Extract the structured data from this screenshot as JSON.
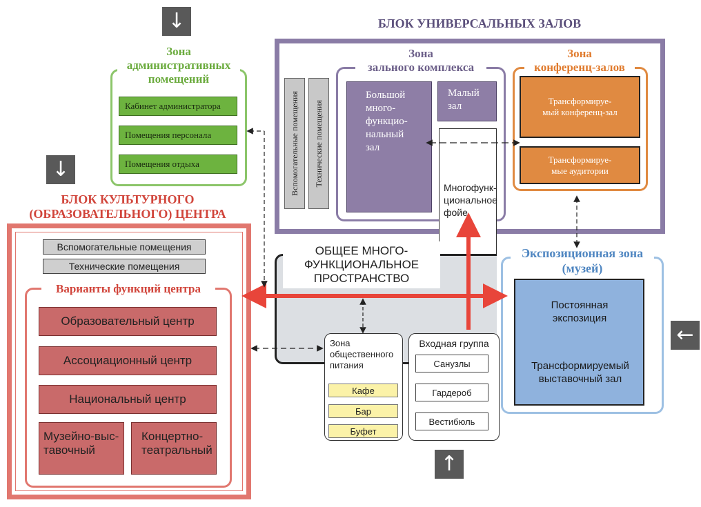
{
  "icons": {
    "top_left": "arrow-down-icon",
    "left": "arrow-down-icon",
    "right": "arrow-left-icon",
    "bottom": "arrow-up-icon"
  },
  "universal_block": {
    "title": "БЛОК УНИВЕРСАЛЬНЫХ ЗАЛОВ",
    "side_items": [
      "Вспомогательные помещения",
      "Технические помещения"
    ],
    "hall_zone_title": "Зона\nзального комплекса",
    "big_hall": "Большой\nмного-\nфункцио-\nнальный\nзал",
    "small_hall": "Малый\nзал",
    "foyer": "Многофунк-\nциональное\nфойе",
    "conf_zone_title": "Зона\nконференц-залов",
    "conf_hall": "Трансформируе-\nмый конференц-зал",
    "auditoriums": "Трансформируе-\nмые аудитории"
  },
  "admin_zone": {
    "title": "Зона\nадминистративных\nпомещений",
    "items": [
      "Кабинет администратора",
      "Помещения персонала",
      "Помещения отдыха"
    ]
  },
  "culture_block": {
    "title": "БЛОК КУЛЬТУРНОГО\n(ОБРАЗОВАТЕЛЬНОГО) ЦЕНТРА",
    "service_items": [
      "Вспомогательные помещения",
      "Технические помещения"
    ],
    "functions_title": "Варианты функций центра",
    "functions": [
      "Образовательный центр",
      "Ассоциационный центр",
      "Национальный центр"
    ],
    "bottom_left": "Музейно-выс-\nтавочный",
    "bottom_right": "Концертно-\nтеатральный"
  },
  "common_space": {
    "title": "ОБЩЕЕ МНОГО-\nФУНКЦИОНАЛЬНОЕ\nПРОСТРАНСТВО"
  },
  "catering": {
    "title": "Зона\nобщественного\nпитания",
    "items": [
      "Кафе",
      "Бар",
      "Буфет"
    ]
  },
  "entrance": {
    "title": "Входная группа",
    "items": [
      "Санузлы",
      "Гардероб",
      "Вестибюль"
    ]
  },
  "exposition": {
    "title": "Экспозиционная зона\n(музей)",
    "permanent": "Постоянная\nэкспозиция",
    "hall": "Трансформируемый\nвыставочный зал"
  },
  "colors": {
    "universal": "#8a7ca6",
    "admin": "#6db33f",
    "culture": "#d1453b",
    "conference": "#e08a41",
    "exposition": "#4f86c1",
    "common": "#dcdfe3",
    "main_axis": "#e8453a"
  }
}
